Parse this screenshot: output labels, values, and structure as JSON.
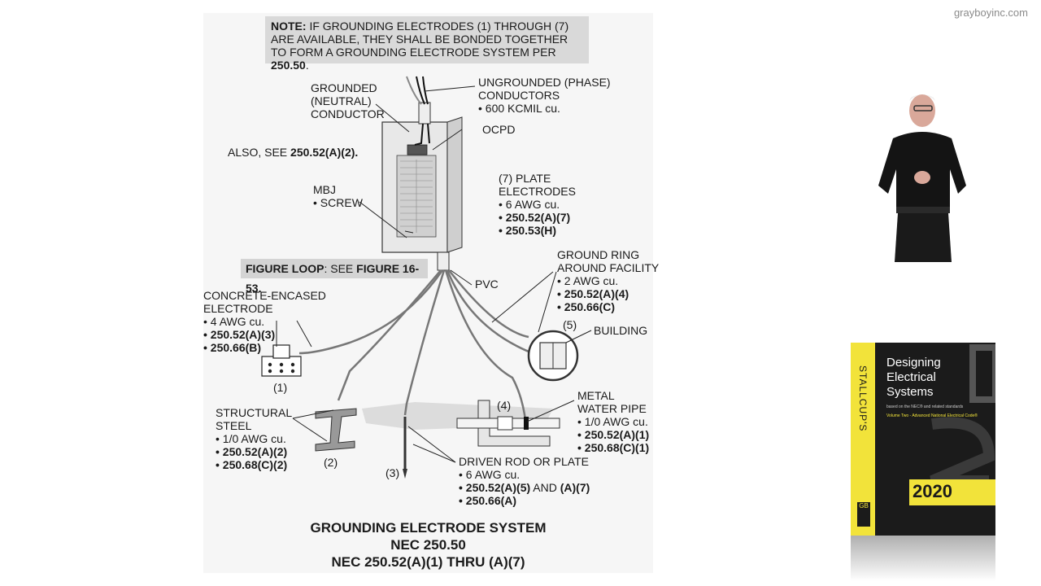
{
  "watermark": "grayboyinc.com",
  "diagram": {
    "note": {
      "bold1": "NOTE:",
      "text1": " IF GROUNDING ELECTRODES (1) THROUGH (7) ARE AVAILABLE, THEY SHALL BE BONDED TOGETHER TO FORM A GROUNDING ELECTRODE SYSTEM PER ",
      "bold2": "250.50",
      "text2": "."
    },
    "grounded_conductor": "GROUNDED\n(NEUTRAL)\nCONDUCTOR",
    "ungrounded": {
      "title": "UNGROUNDED (PHASE)\nCONDUCTORS",
      "size": "• 600 KCMIL cu."
    },
    "ocpd": "OCPD",
    "also_see": {
      "text": "ALSO, SEE ",
      "ref": "250.52(A)(2)."
    },
    "mbj": "MBJ\n• SCREW",
    "plate": {
      "title": "(7) PLATE\nELECTRODES",
      "size": "• 6 AWG cu.",
      "ref1": "• 250.52(A)(7)",
      "ref2": "• 250.53(H)"
    },
    "figure_loop": {
      "bold1": "FIGURE LOOP",
      "text": ": SEE ",
      "bold2": "FIGURE 16-53."
    },
    "pvc": "PVC",
    "ground_ring": {
      "title": "GROUND RING\nAROUND FACILITY",
      "size": "• 2 AWG cu.",
      "ref1": "• 250.52(A)(4)",
      "ref2": "• 250.66(C)"
    },
    "concrete": {
      "title": "CONCRETE-ENCASED\nELECTRODE",
      "size": "• 4 AWG cu.",
      "ref1": "• 250.52(A)(3)",
      "ref2": "• 250.66(B)"
    },
    "num5": "(5)",
    "building": "BUILDING",
    "num1": "(1)",
    "structural": {
      "title": "STRUCTURAL\nSTEEL",
      "size": "• 1/0 AWG cu.",
      "ref1": "• 250.52(A)(2)",
      "ref2": "• 250.68(C)(2)"
    },
    "num4": "(4)",
    "metal_pipe": {
      "title": "METAL\nWATER PIPE",
      "size": "• 1/0 AWG cu.",
      "ref1": "• 250.52(A)(1)",
      "ref2": "• 250.68(C)(1)"
    },
    "num2": "(2)",
    "num3": "(3)",
    "driven": {
      "title": "DRIVEN ROD OR PLATE",
      "size": "• 6 AWG cu.",
      "ref1a": "• 250.52(A)(5)",
      "ref1b": " AND ",
      "ref1c": "(A)(7)",
      "ref2": "• 250.66(A)"
    },
    "title1": "GROUNDING ELECTRODE SYSTEM",
    "title2": "NEC 250.50",
    "title3": "NEC 250.52(A)(1) THRU (A)(7)"
  },
  "book": {
    "spine": "STALLCUP'S",
    "title": "Designing\nElectrical\nSystems",
    "subtitle": "based on the NEC® and related standards",
    "volume": "Volume Two - Advanced National Electrical Code®",
    "year": "2020",
    "logo": "GB"
  },
  "colors": {
    "book_yellow": "#f2e33a",
    "book_dark": "#1b1b1b",
    "note_gray": "#d9d9d9"
  }
}
